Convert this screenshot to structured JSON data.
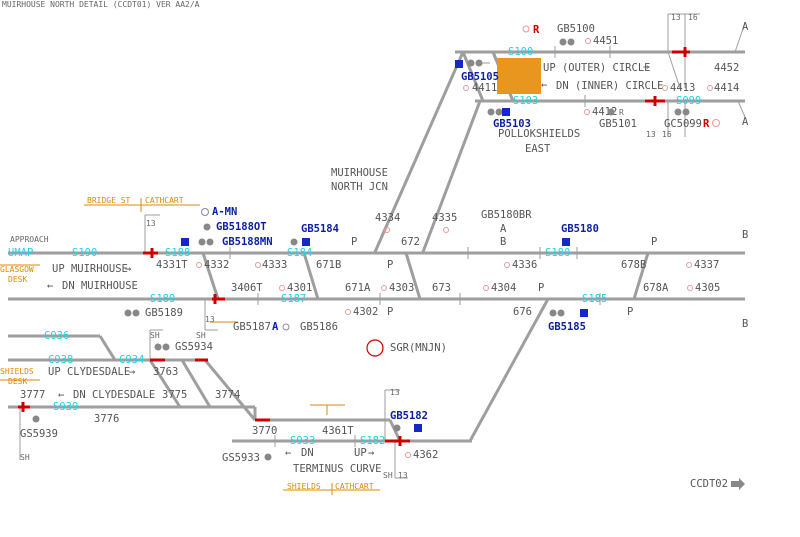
{
  "header": {
    "title": "MUIRHOUSE NORTH DETAIL (CCDT01) VER AA2/A"
  },
  "colors": {
    "track": "#9e9e9e",
    "berth": "#22d3e6",
    "signal_id": "#0b1fa0",
    "route_set": "#cc0000",
    "occupied": "#e8961e",
    "boundary": "#e08a00",
    "indicator": "#1428c8"
  },
  "lines": {
    "up_outer": "UP (OUTER) CIRCLE",
    "dn_inner": "DN (INNER) CIRCLE",
    "up_muirhouse": "UP MUIRHOUSE",
    "dn_muirhouse": "DN MUIRHOUSE",
    "up_clydesdale": "UP CLYDESDALE",
    "dn_clydesdale": "DN CLYDESDALE",
    "approach": "APPROACH",
    "terminus_curve": "TERMINUS CURVE",
    "dn_short": "DN",
    "up_short": "UP"
  },
  "locations": {
    "pollokshields_1": "POLLOKSHIELDS",
    "pollokshields_2": "EAST",
    "muirhouse_1": "MUIRHOUSE",
    "muirhouse_2": "NORTH JCN"
  },
  "boundaries": {
    "bridge_st": "BRIDGE ST",
    "cathcart": "CATHCART",
    "glasgow_1": "GLASGOW",
    "glasgow_2": "DESK",
    "shields_1": "SHIELDS",
    "shields_2": "DESK",
    "shields_bot": "SHIELDS",
    "cathcart_bot": "CATHCART"
  },
  "berths": {
    "s100": "S100",
    "s103": "S103",
    "s099": "S099",
    "umap": "UMAP",
    "s190": "S190",
    "s188": "S188",
    "s184": "S184",
    "s180": "S180",
    "s189": "S189",
    "s187": "S187",
    "s185": "S185",
    "c936": "C936",
    "c938": "C938",
    "c934": "C934",
    "s939": "S939",
    "s933": "S933",
    "s182": "S182"
  },
  "signals": {
    "gb5100": "GB5100",
    "gb5105": "GB5105",
    "gb5103": "GB5103",
    "gb5101": "GB5101",
    "gc5099": "GC5099",
    "gb5188ot": "GB5188OT",
    "gb5188mn": "GB5188MN",
    "gb5184": "GB5184",
    "gb5180br": "GB5180BR",
    "gb5180": "GB5180",
    "gb5189": "GB5189",
    "gb5187": "GB5187",
    "gb5186": "GB5186",
    "gb5185": "GB5185",
    "gs5934": "GS5934",
    "gs5939": "GS5939",
    "gs5933": "GS5933",
    "gb5182": "GB5182",
    "a_mn": "A-MN"
  },
  "tracks": {
    "t4451": "4451",
    "t4452": "4452",
    "t4411": "4411",
    "t4413": "4413",
    "t4414": "4414",
    "t4412": "4412",
    "t4334": "4334",
    "t4335": "4335",
    "t4331t": "4331T",
    "t4332": "4332",
    "t4333": "4333",
    "t671b": "671B",
    "t672": "672",
    "t4336": "4336",
    "t678b": "678B",
    "t4337": "4337",
    "t3406t": "3406T",
    "t4301": "4301",
    "t671a": "671A",
    "t4303": "4303",
    "t673": "673",
    "t4304": "4304",
    "t678a": "678A",
    "t4305": "4305",
    "t4302": "4302",
    "t676": "676",
    "t3763": "3763",
    "t3777": "3777",
    "t3775": "3775",
    "t3774": "3774",
    "t3776": "3776",
    "t3770": "3770",
    "t4361t": "4361T",
    "t4362": "4362"
  },
  "markers": {
    "r": "R",
    "p": "P",
    "a": "A",
    "b": "B",
    "sh": "SH",
    "n13": "13",
    "n16": "16"
  },
  "indicators": {
    "sgr": "SGR(MNJN)"
  },
  "nav": {
    "next_page": "CCDT02"
  }
}
